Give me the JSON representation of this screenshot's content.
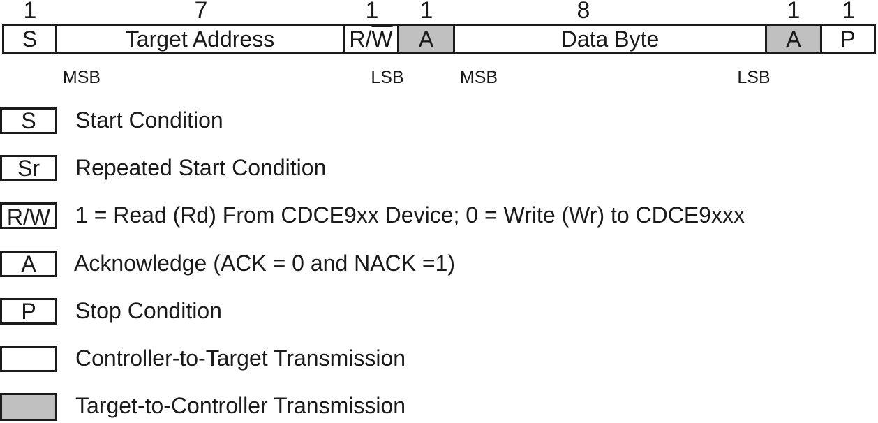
{
  "frame": {
    "bit_counts": [
      "1",
      "7",
      "1",
      "1",
      "8",
      "1",
      "1"
    ],
    "fields": [
      {
        "label": "S",
        "shaded": false
      },
      {
        "label": "Target Address",
        "shaded": false
      },
      {
        "label_prefix": "R/",
        "label_overline": "W",
        "shaded": false
      },
      {
        "label": "A",
        "shaded": true
      },
      {
        "label": "Data Byte",
        "shaded": false
      },
      {
        "label": "A",
        "shaded": true
      },
      {
        "label": "P",
        "shaded": false
      }
    ],
    "bit_labels": [
      "MSB",
      "LSB",
      "MSB",
      "LSB"
    ]
  },
  "legend": [
    {
      "symbol": "S",
      "text": "Start Condition",
      "shaded": false
    },
    {
      "symbol": "Sr",
      "text": "Repeated Start Condition",
      "shaded": false
    },
    {
      "symbol_prefix": "R/",
      "symbol_overline": "W",
      "text": "1 = Read (Rd) From CDCE9xx Device; 0 = Write (Wr) to CDCE9xxx",
      "shaded": false
    },
    {
      "symbol": "A",
      "text": "Acknowledge (ACK = 0 and NACK =1)",
      "shaded": false
    },
    {
      "symbol": "P",
      "text": "Stop Condition",
      "shaded": false
    },
    {
      "symbol": "",
      "text": "Controller-to-Target Transmission",
      "shaded": false
    },
    {
      "symbol": "",
      "text": "Target-to-Controller Transmission",
      "shaded": true
    }
  ],
  "colors": {
    "shaded": "#c0c0c0",
    "line": "#1a1a1a",
    "background": "#ffffff"
  }
}
